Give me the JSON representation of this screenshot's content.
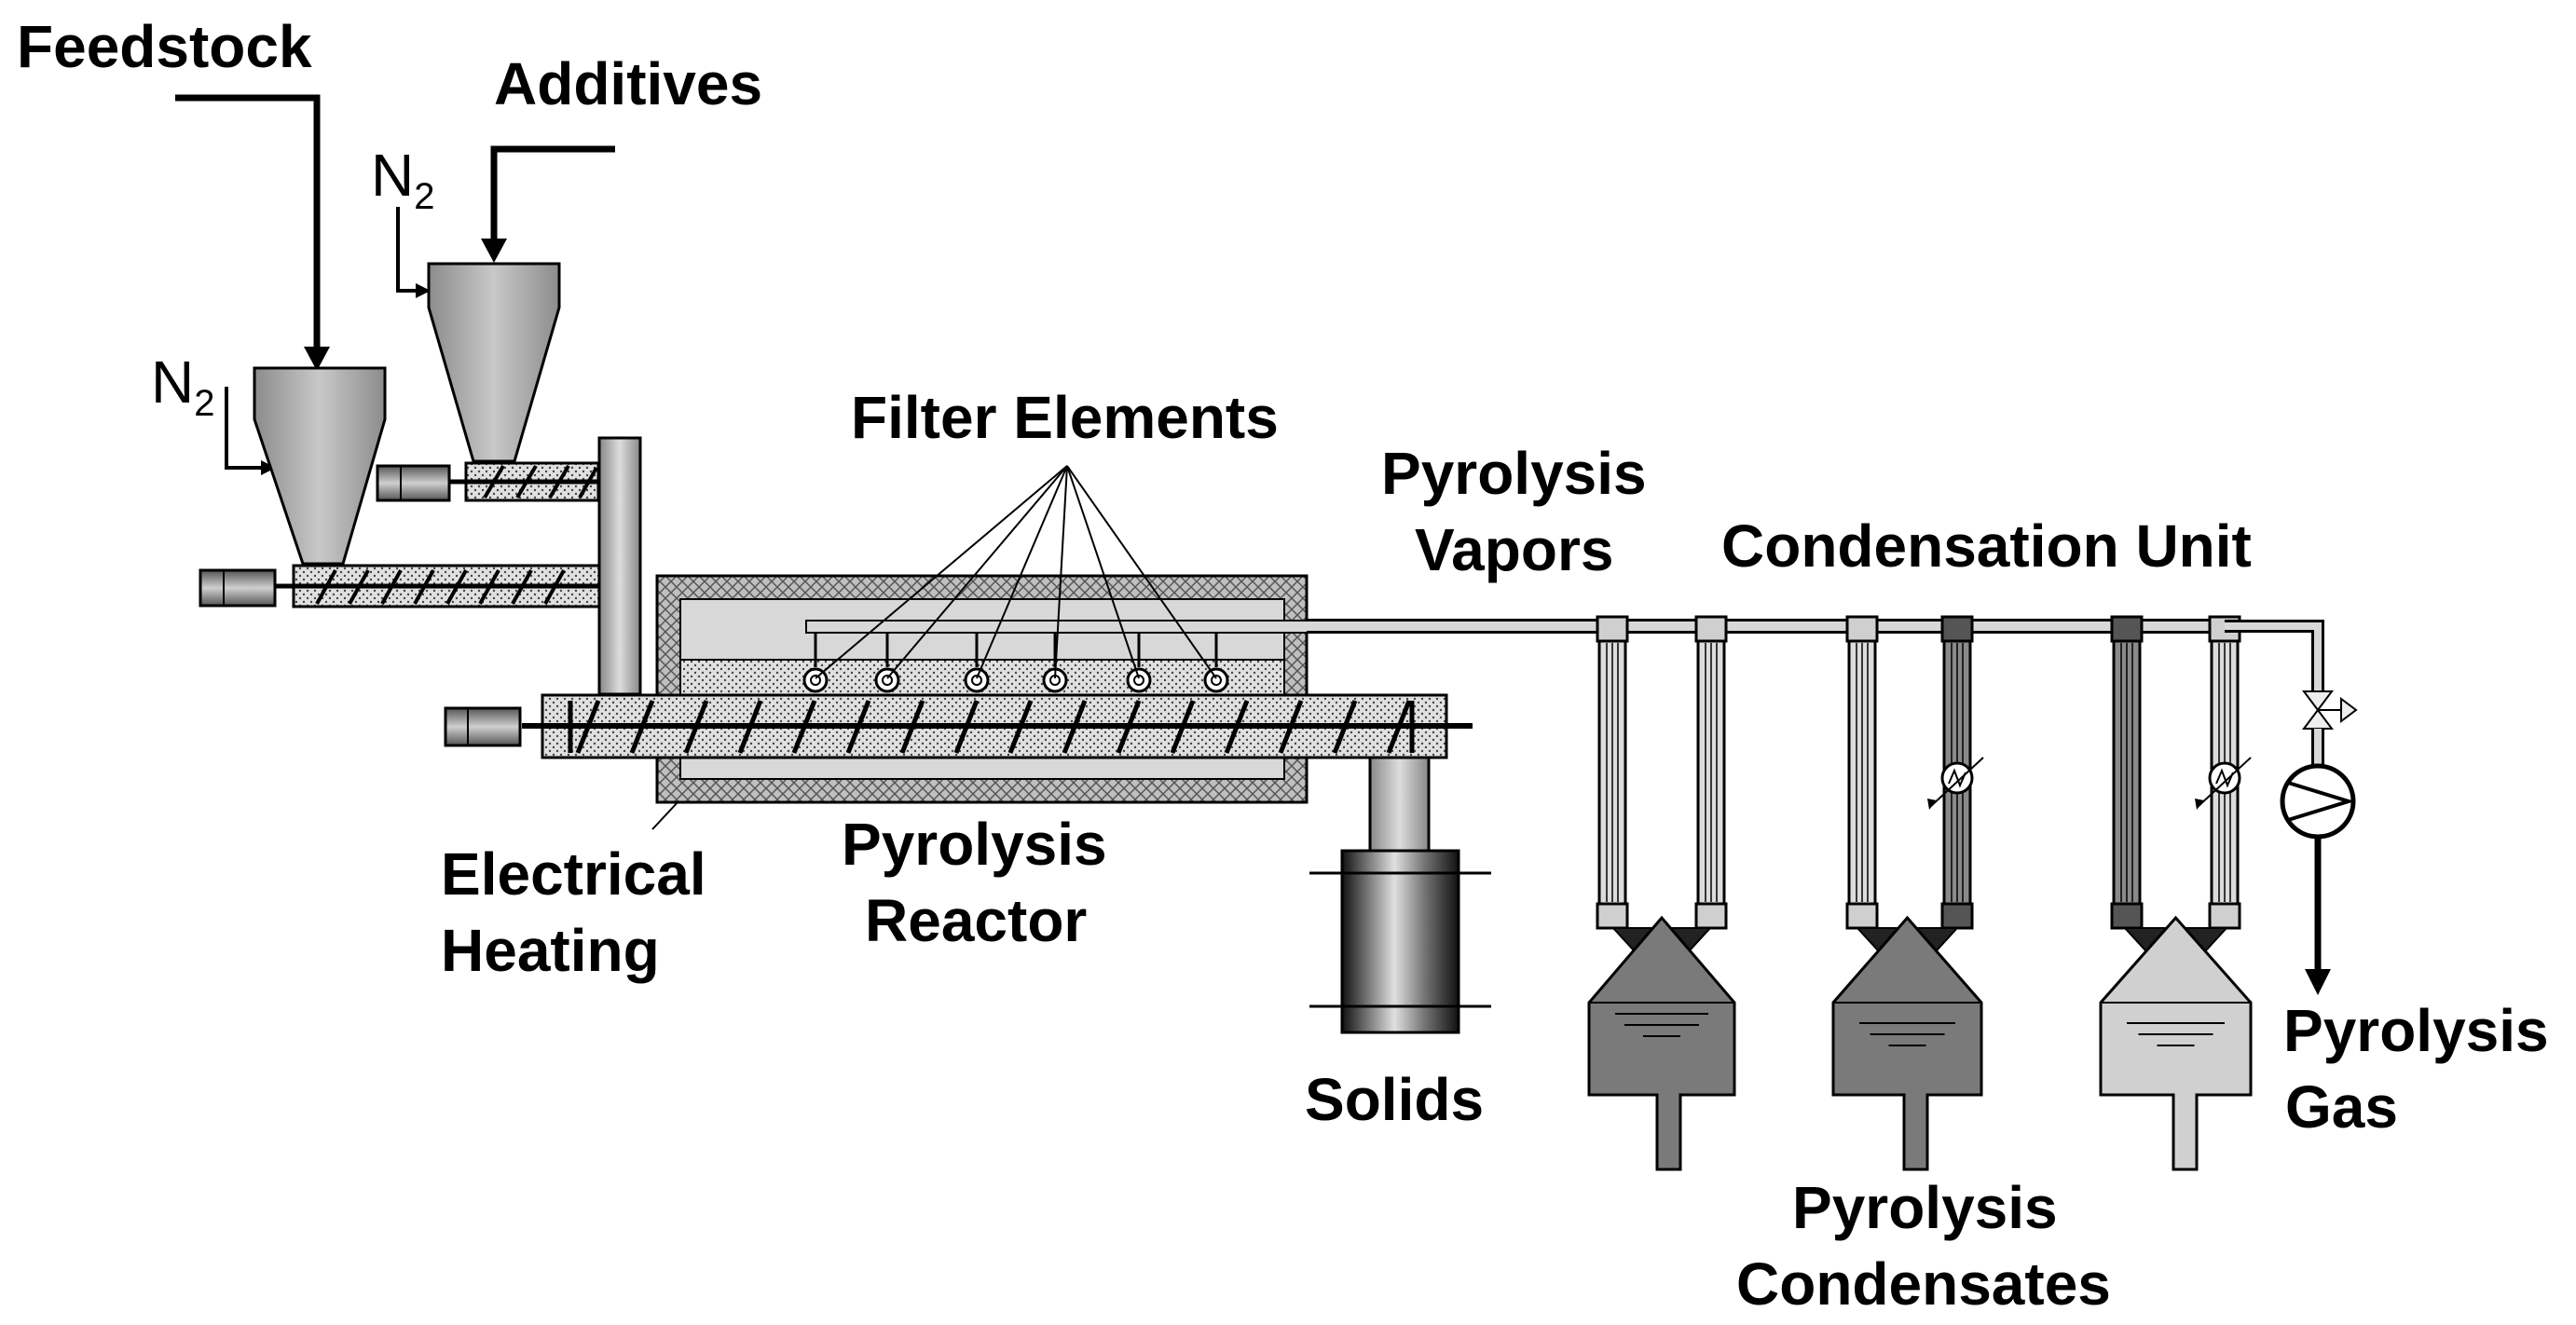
{
  "labels": {
    "feedstock": "Feedstock",
    "additives": "Additives",
    "n2_feed": "N",
    "n2_feed_sub": "2",
    "n2_additives": "N",
    "n2_additives_sub": "2",
    "filter_elements": "Filter Elements",
    "pyrolysis_vapors_line1": "Pyrolysis",
    "pyrolysis_vapors_line2": "Vapors",
    "condensation_unit": "Condensation Unit",
    "electrical_heating_line1": "Electrical",
    "electrical_heating_line2": "Heating",
    "pyrolysis_reactor_line1": "Pyrolysis",
    "pyrolysis_reactor_line2": "Reactor",
    "solids": "Solids",
    "pyrolysis_condensates_line1": "Pyrolysis",
    "pyrolysis_condensates_line2": "Condensates",
    "pyrolysis_gas_line1": "Pyrolysis",
    "pyrolysis_gas_line2": "Gas"
  },
  "colors": {
    "hopper": "#b0b0b0",
    "reactor_body": "#9a9a9a",
    "condenser_dark": "#7a7a7a",
    "condenser_light": "#d0d0d0"
  }
}
